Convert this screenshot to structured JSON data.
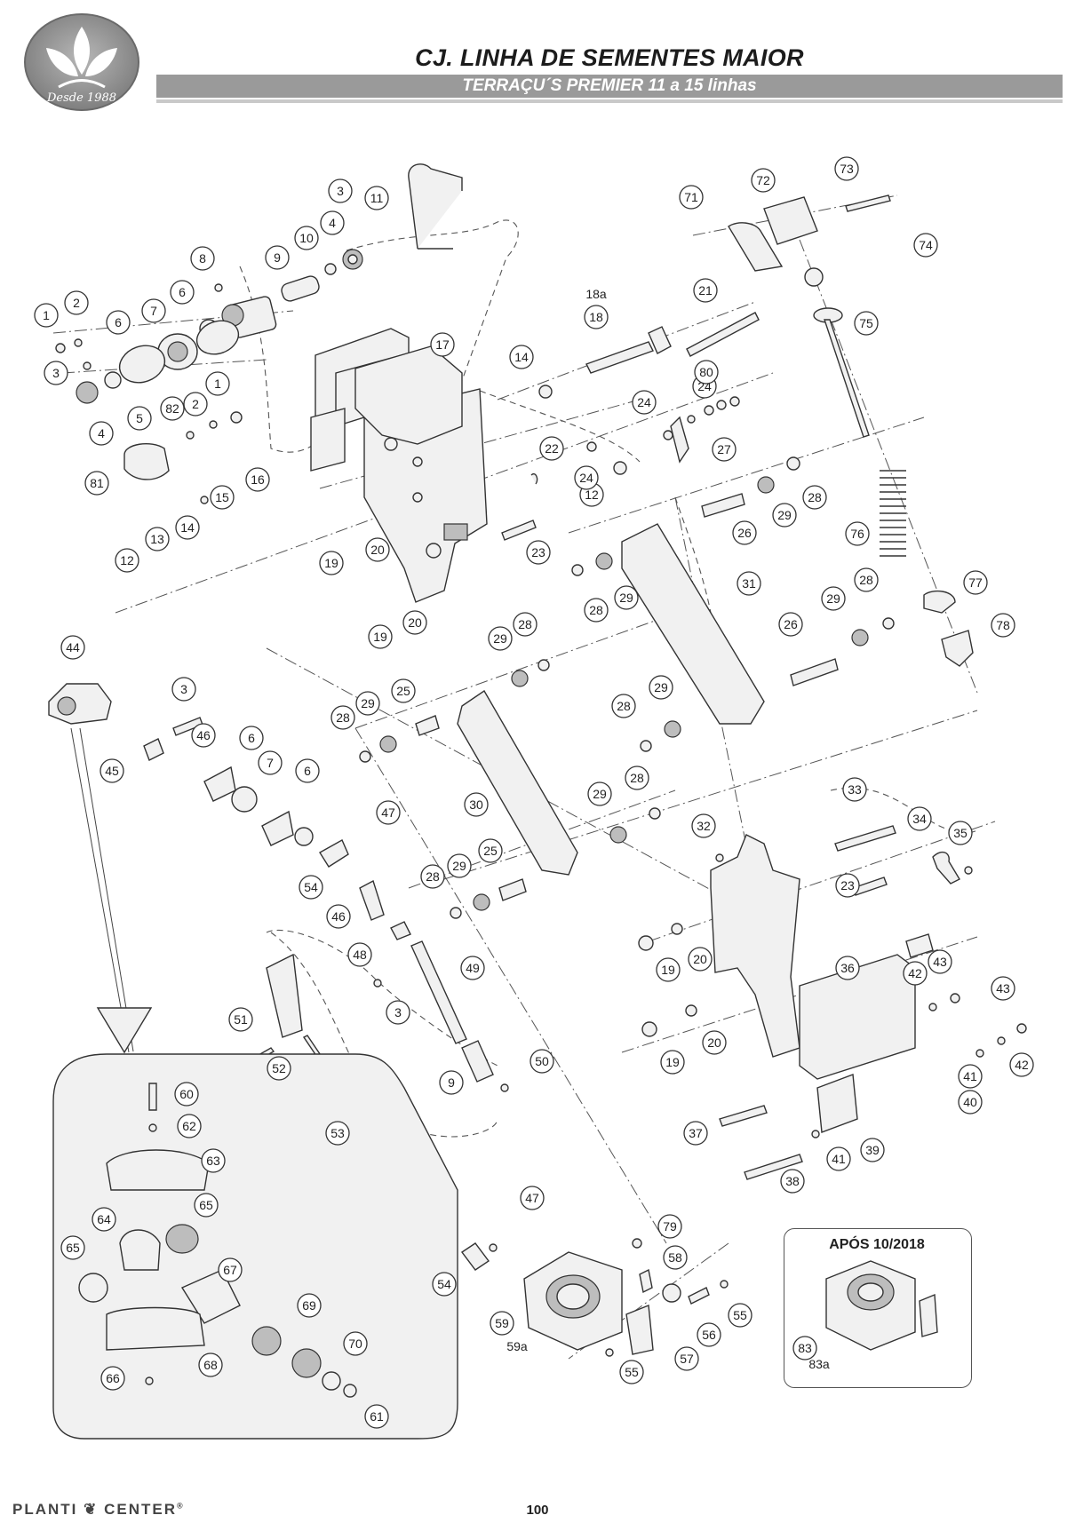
{
  "header": {
    "title": "CJ. LINHA DE SEMENTES MAIOR",
    "subtitle": "TERRAÇU´S PREMIER 11 a 15 linhas",
    "logo_text": "Desde 1988"
  },
  "inset": {
    "label": "APÓS 10/2018"
  },
  "footer": {
    "brand": "PLANTI ❦ CENTER",
    "brand_mark": "®",
    "page_number": "100"
  },
  "callouts": [
    "1",
    "2",
    "3",
    "4",
    "5",
    "6",
    "7",
    "8",
    "9",
    "10",
    "11",
    "12",
    "13",
    "14",
    "15",
    "16",
    "17",
    "18",
    "18a",
    "19",
    "20",
    "21",
    "22",
    "23",
    "24",
    "25",
    "26",
    "27",
    "28",
    "29",
    "30",
    "31",
    "32",
    "33",
    "34",
    "35",
    "36",
    "37",
    "38",
    "39",
    "40",
    "41",
    "42",
    "43",
    "44",
    "45",
    "46",
    "47",
    "48",
    "49",
    "50",
    "51",
    "52",
    "53",
    "54",
    "55",
    "56",
    "57",
    "58",
    "59",
    "59a",
    "60",
    "61",
    "62",
    "63",
    "64",
    "65",
    "66",
    "67",
    "68",
    "69",
    "70",
    "71",
    "72",
    "73",
    "74",
    "75",
    "76",
    "77",
    "78",
    "79",
    "80",
    "81",
    "82",
    "83",
    "83a"
  ],
  "colors": {
    "title_bar": "#9a9a9a",
    "title_rule": "#c9c9c9",
    "logo": "#8c8c8c",
    "line": "#333333"
  }
}
